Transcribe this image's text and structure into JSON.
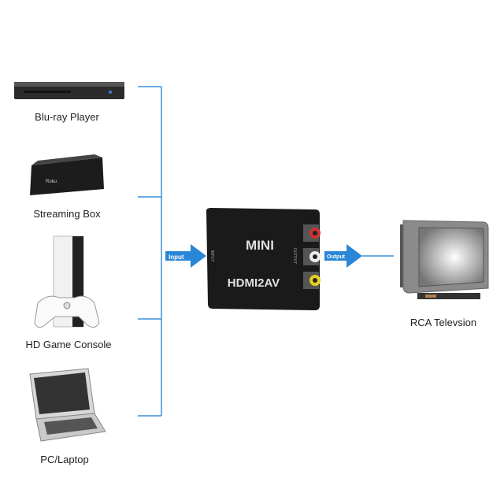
{
  "devices": [
    {
      "label": "Blu-ray Player",
      "icon": "blu-ray-player-icon"
    },
    {
      "label": "Streaming Box",
      "icon": "streaming-box-icon"
    },
    {
      "label": "HD Game Console",
      "icon": "game-console-icon"
    },
    {
      "label": "PC/Laptop",
      "icon": "laptop-icon"
    }
  ],
  "converter": {
    "brand": "MINI",
    "model": "HDMI2AV",
    "side_input": "INPUT",
    "side_output": "OUTPUT"
  },
  "arrows": {
    "input": "Input",
    "output": "Output"
  },
  "target": {
    "label": "RCA Televsion",
    "icon": "crt-tv-icon"
  },
  "colors": {
    "line": "#3d8fd8",
    "arrow": "#2a86d6",
    "box": "#1a1a1a"
  }
}
